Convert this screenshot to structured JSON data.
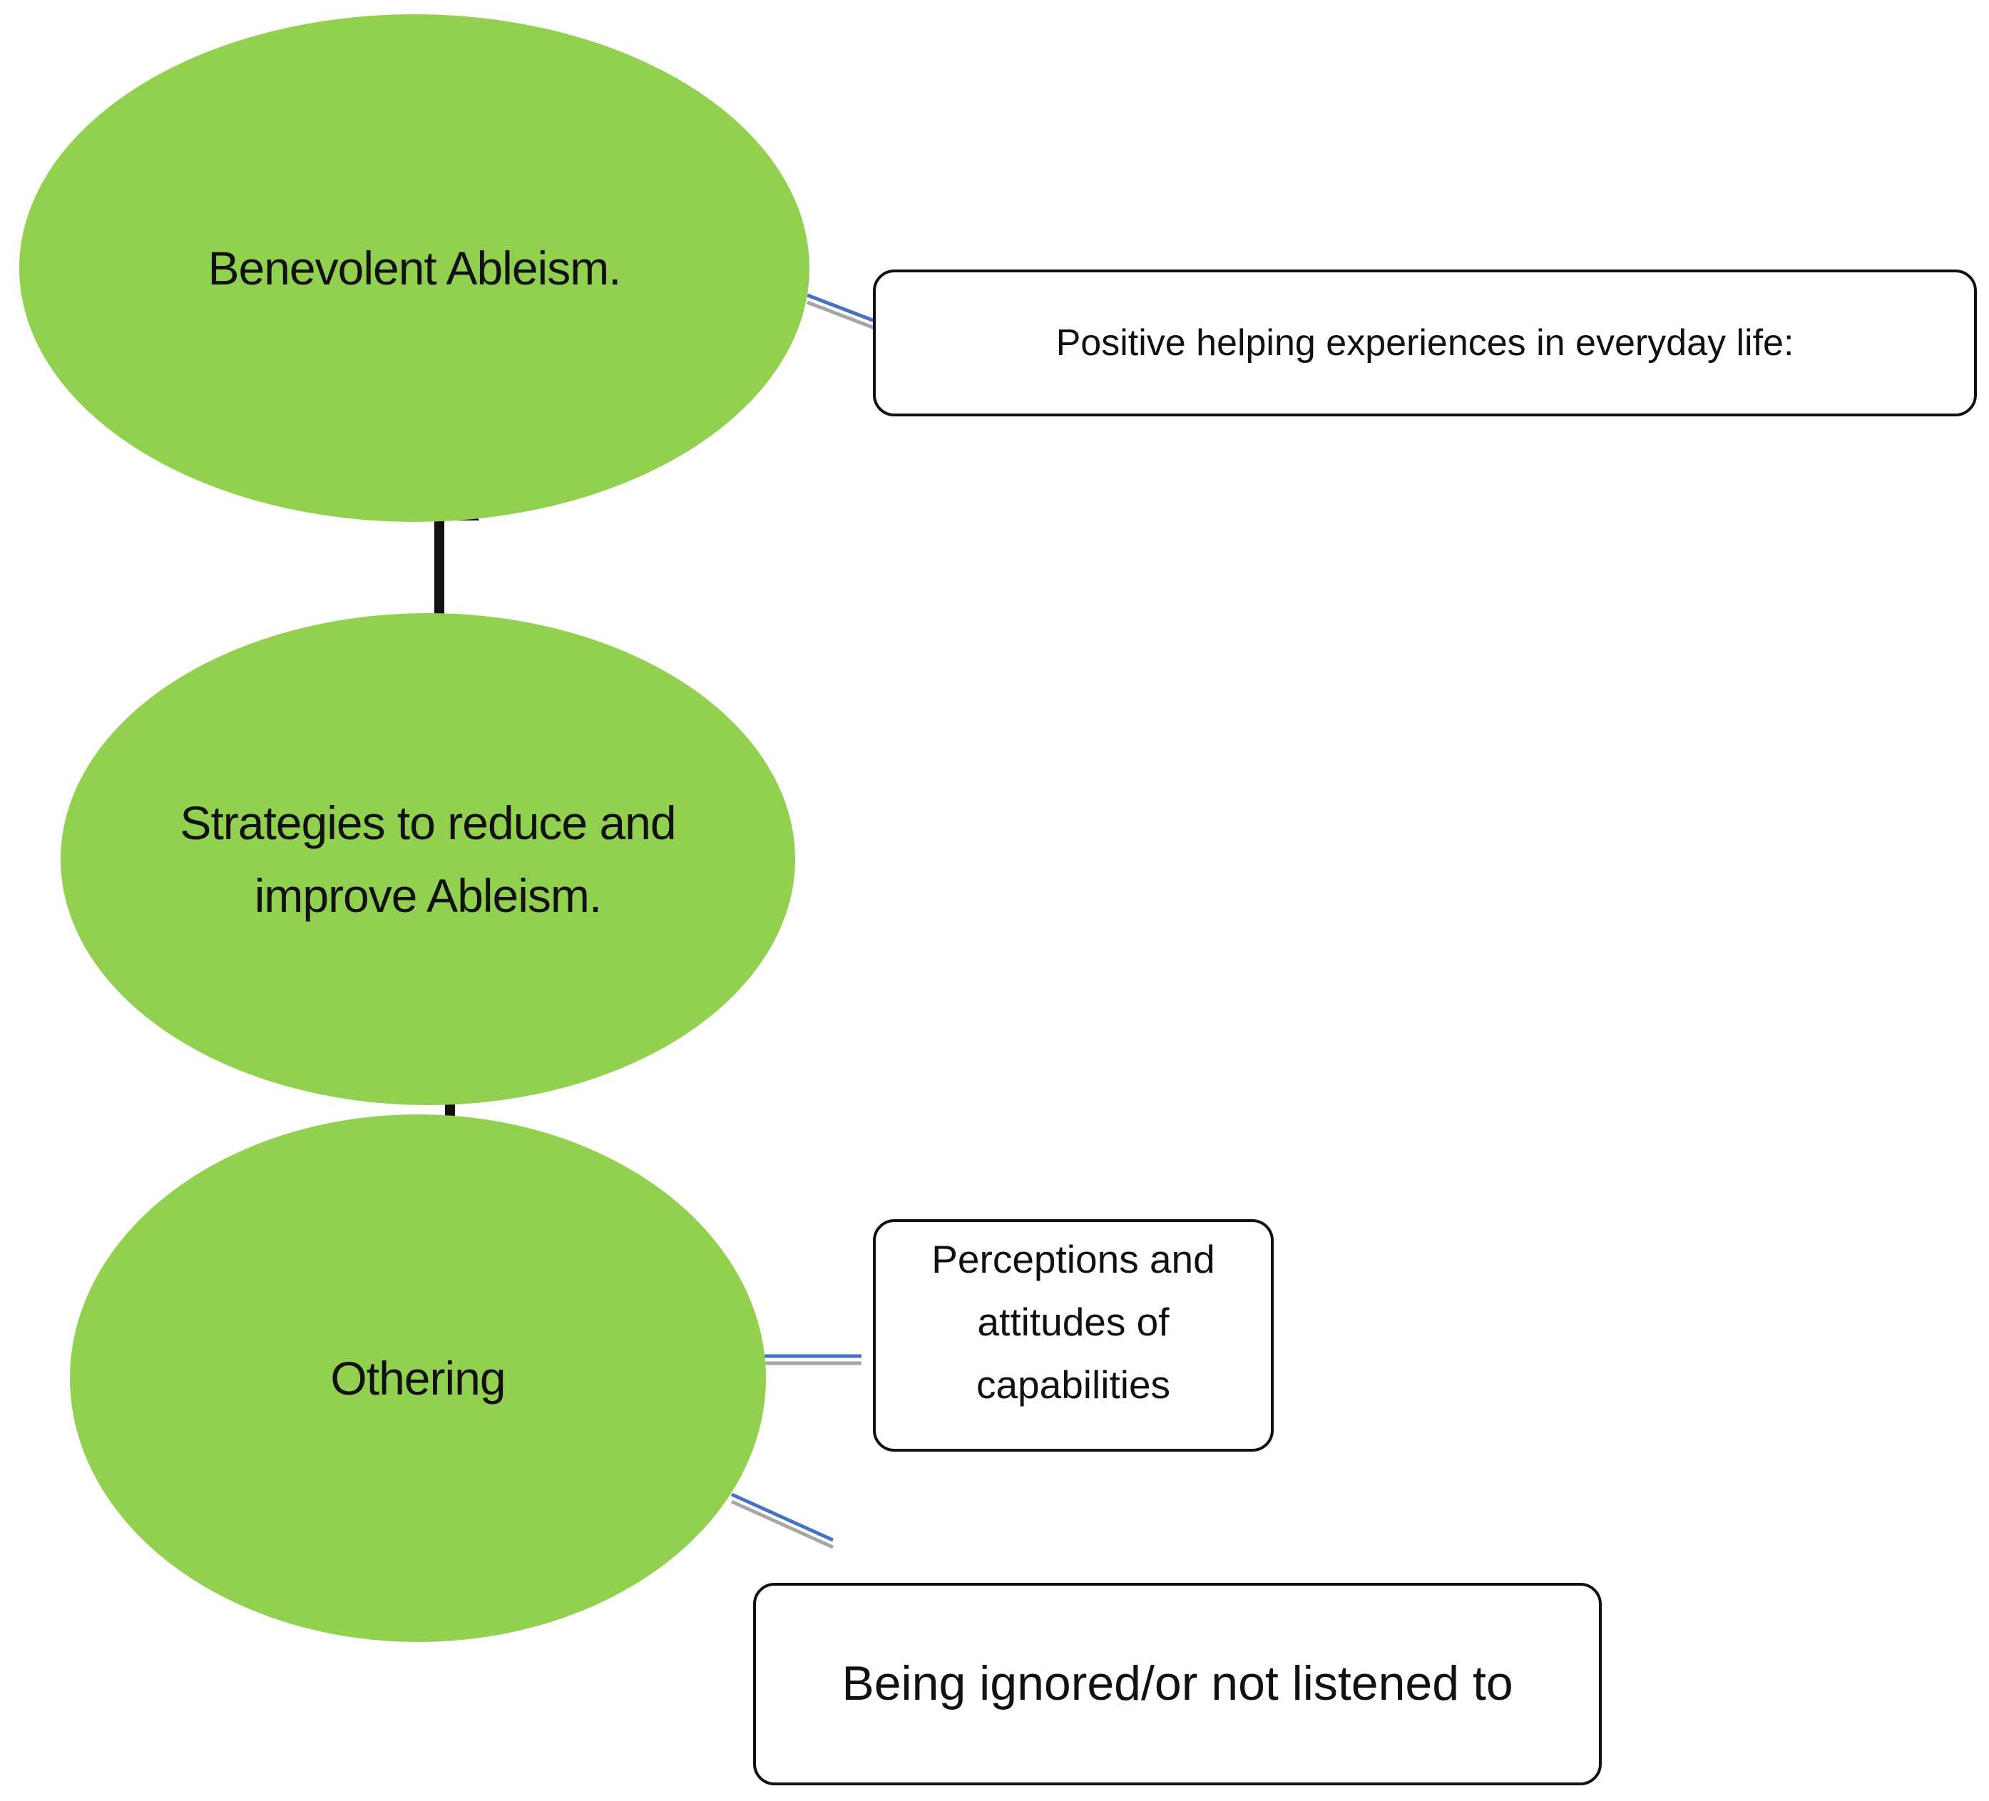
{
  "colors": {
    "ellipse_fill": "#92d050",
    "arrow": "#111111",
    "connector_blue": "#4472c4",
    "connector_gray": "#a6a6a6",
    "box_border": "#111111",
    "background": "#ffffff"
  },
  "nodes": {
    "benevolent": "Benevolent Ableism.",
    "strategies": "Strategies to reduce and improve Ableism.",
    "othering": "Othering"
  },
  "notes": {
    "positive_helping": "Positive helping experiences in everyday life:",
    "perceptions": "Perceptions and attitudes of capabilities",
    "being_ignored": "Being ignored/or not listened to"
  },
  "connections": [
    {
      "from": "benevolent",
      "to": "strategies",
      "kind": "bidirectional-arrow"
    },
    {
      "from": "strategies",
      "to": "othering",
      "kind": "bidirectional-arrow"
    },
    {
      "from": "benevolent",
      "to": "positive_helping",
      "kind": "connector-line"
    },
    {
      "from": "othering",
      "to": "perceptions",
      "kind": "connector-line"
    },
    {
      "from": "othering",
      "to": "being_ignored",
      "kind": "connector-line"
    }
  ]
}
